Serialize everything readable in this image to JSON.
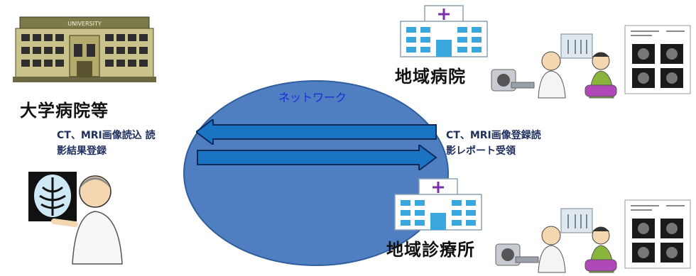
{
  "university": {
    "title": "大学病院等",
    "sign": "UNIVERSITY"
  },
  "network": {
    "label": "ネットワーク",
    "color": "#4f7fc1"
  },
  "left_caption": {
    "line1": "CT、MRI画像読込 読",
    "line2": "影結果登録"
  },
  "right_caption": {
    "line1": "CT、MRI画像登録読",
    "line2": "影レポート受領"
  },
  "hospital": {
    "title": "地域病院"
  },
  "clinic": {
    "title": "地域診療所"
  }
}
